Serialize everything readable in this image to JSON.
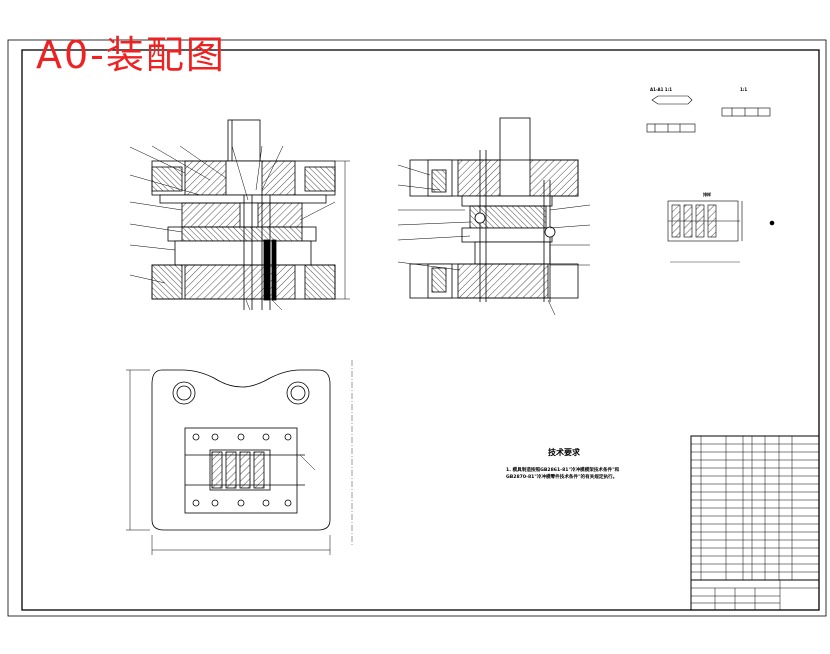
{
  "title": "A0-装配图",
  "technical_requirements": {
    "heading": "技术要求",
    "line1": "1. 模具制造按照GB2861-81\"冷冲模模架技术条件\"和",
    "line2": "GB2870-81\"冷冲模零件技术条件\"的有关规定执行。"
  },
  "section_labels": {
    "tr_detail_a": "A1-A1 1:1",
    "tr_detail_b": "1:1",
    "strip_label": "排样"
  },
  "colors": {
    "title": "#ee2222",
    "lines": "#000000",
    "background": "#ffffff"
  }
}
